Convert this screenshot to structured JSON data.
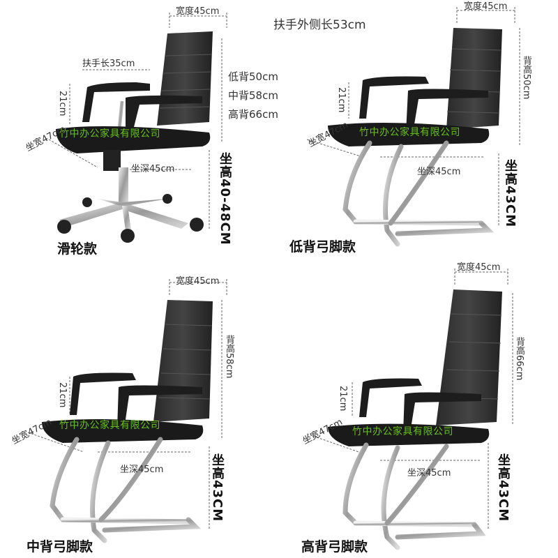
{
  "watermark": "竹中办公家具有限公司",
  "armrest_outer_note": "扶手外侧长53cm",
  "panels": [
    {
      "name": "滑轮款",
      "width": "宽度45cm",
      "armrest_length": "扶手长35cm",
      "armrest_height": "21cm",
      "seat_width": "坐宽47cm",
      "seat_depth": "坐深45cm",
      "back_heights": [
        "低背50cm",
        "中背58cm",
        "高背66cm"
      ],
      "seat_height": "坐高40-48CM"
    },
    {
      "name": "低背弓脚款",
      "width": "宽度45cm",
      "armrest_height": "21cm",
      "seat_width": "坐宽47cm",
      "seat_depth": "坐深45cm",
      "back_height": "背高50cm",
      "seat_height": "坐高43CM"
    },
    {
      "name": "中背弓脚款",
      "width": "宽度45cm",
      "armrest_height": "21cm",
      "seat_width": "坐宽47cm",
      "seat_depth": "坐深45cm",
      "back_height": "背高58cm",
      "seat_height": "坐高43CM"
    },
    {
      "name": "高背弓脚款",
      "width": "宽度45cm",
      "armrest_height": "21cm",
      "seat_width": "坐宽47cm",
      "seat_depth": "坐深45cm",
      "back_height": "背高66cm",
      "seat_height": "坐高43CM"
    }
  ]
}
